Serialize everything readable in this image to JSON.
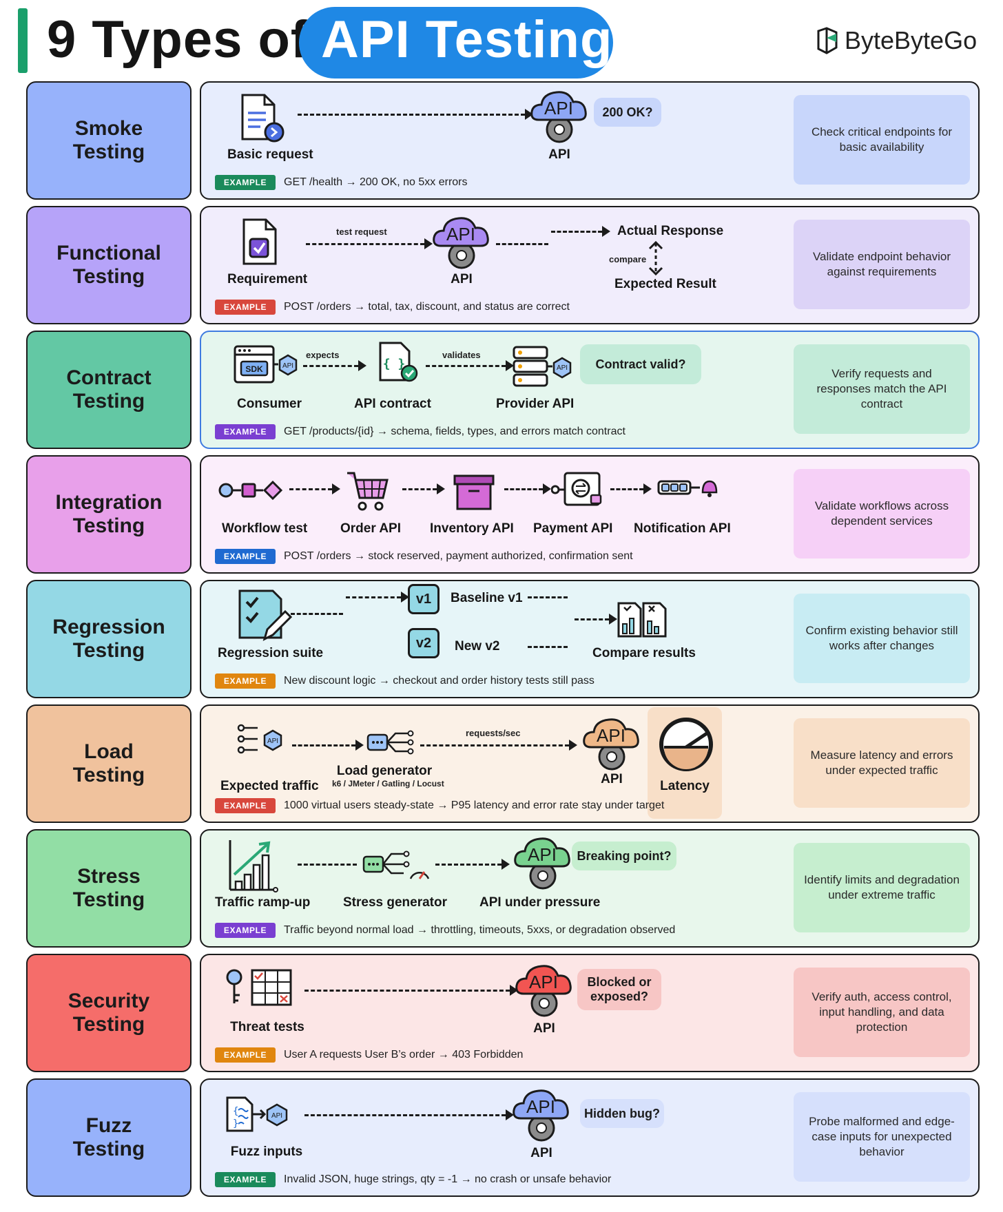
{
  "header": {
    "title_plain": "9 Types of",
    "title_accent": "API Testing",
    "brand": "ByteByteGo"
  },
  "example_label": "EXAMPLE",
  "rows": [
    {
      "label": "Smoke\nTesting",
      "label_color": "#97b2fb",
      "panel_color": "#e7edfd",
      "desc_color": "#c8d6fb",
      "badge_color": "#1a8a5b",
      "description": "Check critical endpoints for basic availability",
      "example": "GET /health → 200 OK, no 5xx errors",
      "nodes": [
        "Basic request",
        "API"
      ],
      "pill": "200 OK?"
    },
    {
      "label": "Functional\nTesting",
      "label_color": "#b6a3f9",
      "panel_color": "#f1edfc",
      "desc_color": "#dcd3f7",
      "badge_color": "#d8473c",
      "description": "Validate endpoint behavior against requirements",
      "example": "POST /orders → total, tax, discount, and status are correct",
      "nodes": [
        "Requirement",
        "API",
        "Actual Response",
        "Expected Result"
      ],
      "edge_labels": [
        "test request",
        "compare"
      ]
    },
    {
      "label": "Contract\nTesting",
      "label_color": "#63c8a4",
      "panel_color": "#e5f6ee",
      "desc_color": "#c3ebd9",
      "badge_color": "#7a3fd1",
      "description": "Verify requests and responses match the API contract",
      "example": "GET /products/{id} → schema, fields, types, and errors match contract",
      "nodes": [
        "Consumer",
        "API contract",
        "Provider API"
      ],
      "edge_labels": [
        "expects",
        "validates"
      ],
      "pill": "Contract valid?"
    },
    {
      "label": "Integration\nTesting",
      "label_color": "#e8a0ea",
      "panel_color": "#fbeefb",
      "desc_color": "#f6d0f7",
      "badge_color": "#1f6ad1",
      "description": "Validate workflows across dependent services",
      "example": "POST /orders → stock reserved, payment authorized, confirmation sent",
      "nodes": [
        "Workflow test",
        "Order API",
        "Inventory API",
        "Payment API",
        "Notification API"
      ]
    },
    {
      "label": "Regression\nTesting",
      "label_color": "#94d8e5",
      "panel_color": "#e6f5f8",
      "desc_color": "#c8ecf3",
      "badge_color": "#e0860f",
      "description": "Confirm existing behavior still works after changes",
      "example": "New discount logic → checkout and order history tests still pass",
      "nodes": [
        "Regression suite",
        "Baseline v1",
        "New v2",
        "Compare results"
      ],
      "versions": [
        "v1",
        "v2"
      ]
    },
    {
      "label": "Load\nTesting",
      "label_color": "#f0c29d",
      "panel_color": "#fbf1e7",
      "desc_color": "#f8dfc8",
      "badge_color": "#d8473c",
      "description": "Measure latency and errors under expected traffic",
      "example": "1000 virtual users steady-state → P95 latency and error rate stay under target",
      "nodes": [
        "Expected traffic",
        "Load generator",
        "API",
        "Latency"
      ],
      "edge_labels": [
        "requests/sec"
      ],
      "sub_label": "k6 / JMeter / Gatling / Locust"
    },
    {
      "label": "Stress\nTesting",
      "label_color": "#92dea5",
      "panel_color": "#e8f7ec",
      "desc_color": "#c6eecf",
      "badge_color": "#7a3fd1",
      "description": "Identify limits and degradation under extreme traffic",
      "example": "Traffic beyond normal load → throttling, timeouts, 5xxs, or degradation observed",
      "nodes": [
        "Traffic ramp-up",
        "Stress generator",
        "API under pressure"
      ],
      "pill": "Breaking point?"
    },
    {
      "label": "Security\nTesting",
      "label_color": "#f56d6a",
      "panel_color": "#fce6e6",
      "desc_color": "#f7c6c5",
      "badge_color": "#e0860f",
      "description": "Verify auth, access control, input handling, and data protection",
      "example": "User A requests User B’s order → 403 Forbidden",
      "nodes": [
        "Threat tests",
        "API"
      ],
      "pill": "Blocked or exposed?"
    },
    {
      "label": "Fuzz\nTesting",
      "label_color": "#97b2fb",
      "panel_color": "#e7edfd",
      "desc_color": "#d6e0fc",
      "badge_color": "#1a8a5b",
      "description": "Probe malformed and edge-case inputs for unexpected behavior",
      "example": "Invalid JSON, huge strings, qty = -1 → no crash or unsafe behavior",
      "nodes": [
        "Fuzz inputs",
        "API"
      ],
      "pill": "Hidden bug?"
    }
  ],
  "icons": {
    "api_cloud": "API",
    "api_hex": "API",
    "sdk": "SDK"
  }
}
